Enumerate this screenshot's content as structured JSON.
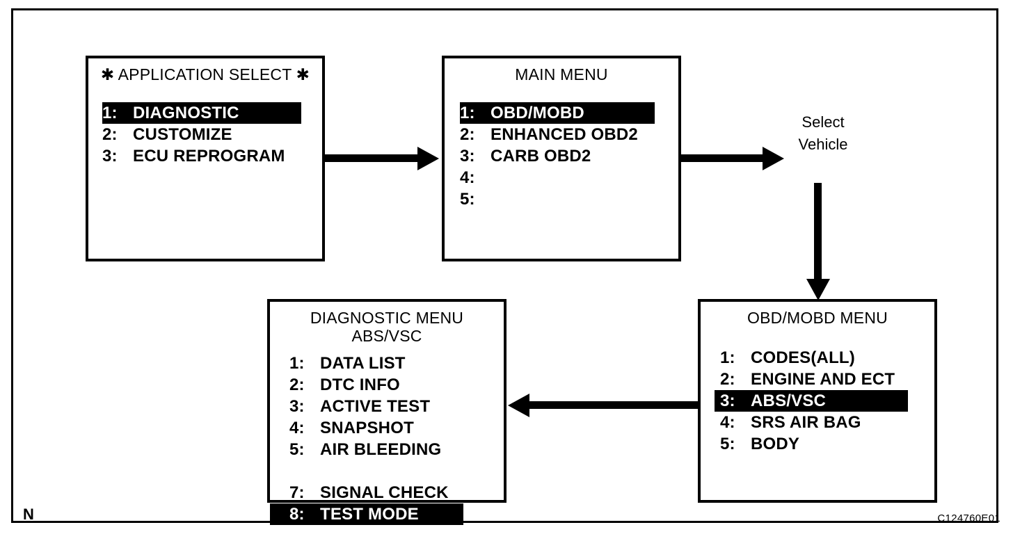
{
  "figure": {
    "id_code": "C124760E01",
    "corner_marker": "N"
  },
  "panels": {
    "application_select": {
      "title": "✱ APPLICATION SELECT ✱",
      "items": [
        {
          "index": "1:",
          "label": "DIAGNOSTIC",
          "selected": true
        },
        {
          "index": "2:",
          "label": "CUSTOMIZE",
          "selected": false
        },
        {
          "index": "3:",
          "label": "ECU REPROGRAM",
          "selected": false
        }
      ]
    },
    "main_menu": {
      "title": "MAIN MENU",
      "items": [
        {
          "index": "1:",
          "label": "OBD/MOBD",
          "selected": true
        },
        {
          "index": "2:",
          "label": "ENHANCED OBD2",
          "selected": false
        },
        {
          "index": "3:",
          "label": "CARB OBD2",
          "selected": false
        },
        {
          "index": "4:",
          "label": "",
          "selected": false
        },
        {
          "index": "5:",
          "label": "",
          "selected": false
        }
      ]
    },
    "obd_mobd_menu": {
      "title": "OBD/MOBD MENU",
      "items": [
        {
          "index": "1:",
          "label": "CODES(ALL)",
          "selected": false
        },
        {
          "index": "2:",
          "label": "ENGINE AND ECT",
          "selected": false
        },
        {
          "index": "3:",
          "label": "ABS/VSC",
          "selected": true
        },
        {
          "index": "4:",
          "label": "SRS AIR BAG",
          "selected": false
        },
        {
          "index": "5:",
          "label": "BODY",
          "selected": false
        }
      ]
    },
    "diagnostic_menu": {
      "title_line1": "DIAGNOSTIC MENU",
      "title_line2": "ABS/VSC",
      "items": [
        {
          "index": "1:",
          "label": "DATA LIST",
          "selected": false
        },
        {
          "index": "2:",
          "label": "DTC INFO",
          "selected": false
        },
        {
          "index": "3:",
          "label": "ACTIVE TEST",
          "selected": false
        },
        {
          "index": "4:",
          "label": "SNAPSHOT",
          "selected": false
        },
        {
          "index": "5:",
          "label": "AIR BLEEDING",
          "selected": false
        },
        {
          "index": "7:",
          "label": "SIGNAL CHECK",
          "selected": false
        },
        {
          "index": "8:",
          "label": "TEST MODE",
          "selected": true
        }
      ]
    }
  },
  "annotations": {
    "select_vehicle": "Select\nVehicle"
  },
  "colors": {
    "ink": "#000000",
    "paper": "#ffffff"
  }
}
